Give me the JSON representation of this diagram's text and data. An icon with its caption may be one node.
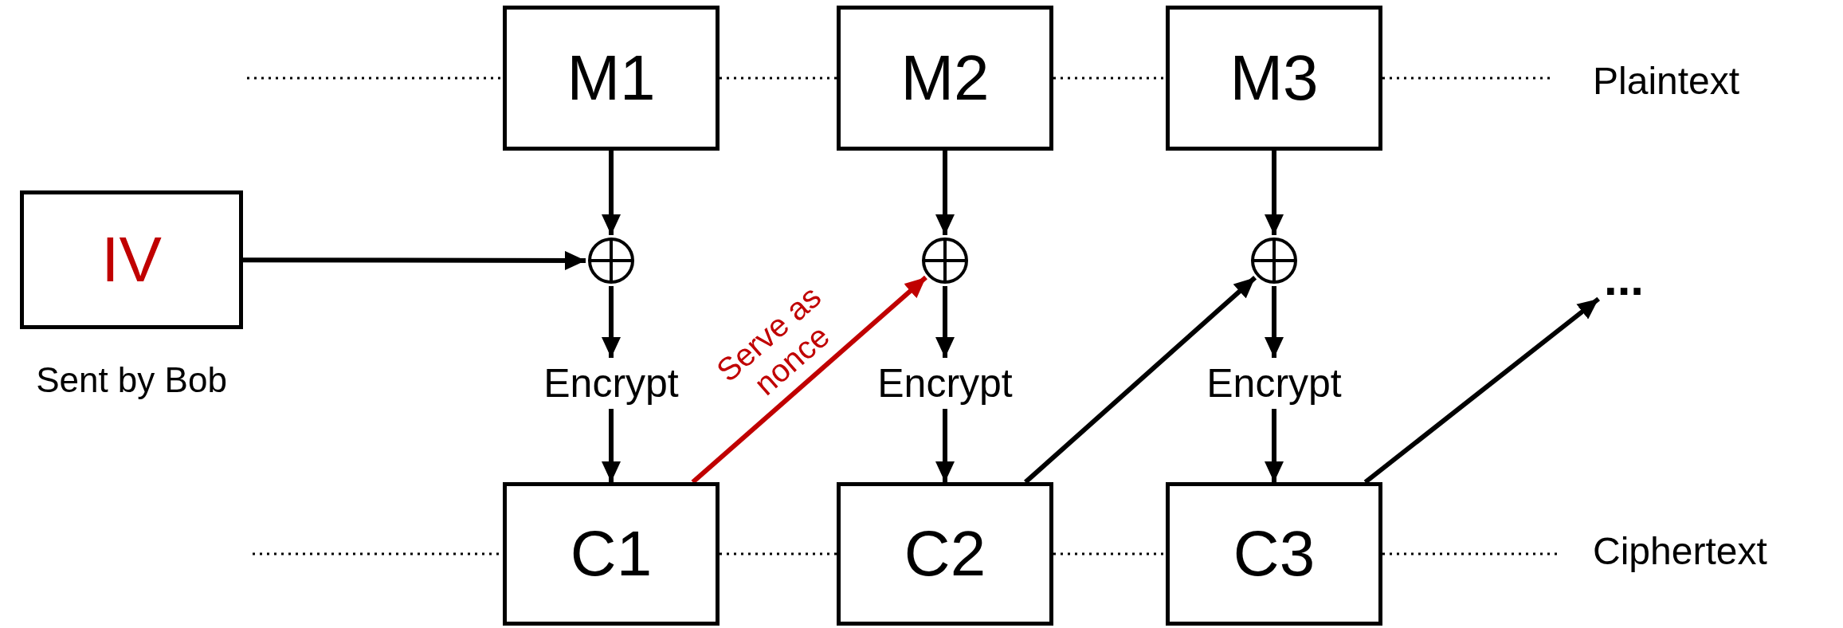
{
  "diagram": {
    "nodes": [
      {
        "text": [
          "M1"
        ]
      },
      {
        "text": [
          "M2"
        ]
      },
      {
        "text": [
          "M3"
        ]
      },
      {
        "text": [
          "IV"
        ],
        "beside": [
          "Sent by Bob"
        ]
      },
      {
        "text": [],
        "shape": "circle"
      },
      {
        "text": [],
        "shape": "circle"
      },
      {
        "text": [],
        "shape": "circle"
      },
      {
        "text": [
          "Encrypt"
        ]
      },
      {
        "text": [
          "Encrypt"
        ]
      },
      {
        "text": [
          "Encrypt"
        ]
      },
      {
        "text": [
          "C1"
        ]
      },
      {
        "text": [
          "C2"
        ]
      },
      {
        "text": [
          "C3"
        ]
      },
      {
        "text": [
          "..."
        ]
      }
    ],
    "edges": [
      {
        "from": null,
        "to": 0,
        "arrow": "none",
        "style": "dashed"
      },
      {
        "from": 0,
        "to": 1,
        "arrow": "none",
        "style": "dashed"
      },
      {
        "from": 1,
        "to": 2,
        "arrow": "none",
        "style": "dashed"
      },
      {
        "from": 2,
        "to": null,
        "arrow": "none",
        "style": "dashed"
      },
      {
        "from": null,
        "to": 10,
        "arrow": "none",
        "style": "dashed"
      },
      {
        "from": 10,
        "to": 11,
        "arrow": "none",
        "style": "dashed"
      },
      {
        "from": 11,
        "to": 12,
        "arrow": "none",
        "style": "dashed"
      },
      {
        "from": 12,
        "to": null,
        "arrow": "none",
        "style": "dashed"
      },
      {
        "from": 0,
        "to": 4,
        "arrow": "to"
      },
      {
        "from": 3,
        "to": 4,
        "arrow": "to"
      },
      {
        "from": 4,
        "to": 7,
        "arrow": "to"
      },
      {
        "from": 7,
        "to": 10,
        "arrow": "to"
      },
      {
        "from": 10,
        "to": 5,
        "arrow": "to",
        "label": "Serve as nonce",
        "color": "#c00000"
      },
      {
        "from": 1,
        "to": 5,
        "arrow": "to"
      },
      {
        "from": 5,
        "to": 8,
        "arrow": "to"
      },
      {
        "from": 8,
        "to": 11,
        "arrow": "to"
      },
      {
        "from": 11,
        "to": 6,
        "arrow": "to"
      },
      {
        "from": 2,
        "to": 6,
        "arrow": "to"
      },
      {
        "from": 6,
        "to": 9,
        "arrow": "to"
      },
      {
        "from": 9,
        "to": 12,
        "arrow": "to"
      },
      {
        "from": 12,
        "to": 13,
        "arrow": "to"
      }
    ],
    "labels": [
      "Plaintext",
      "Ciphertext"
    ]
  }
}
